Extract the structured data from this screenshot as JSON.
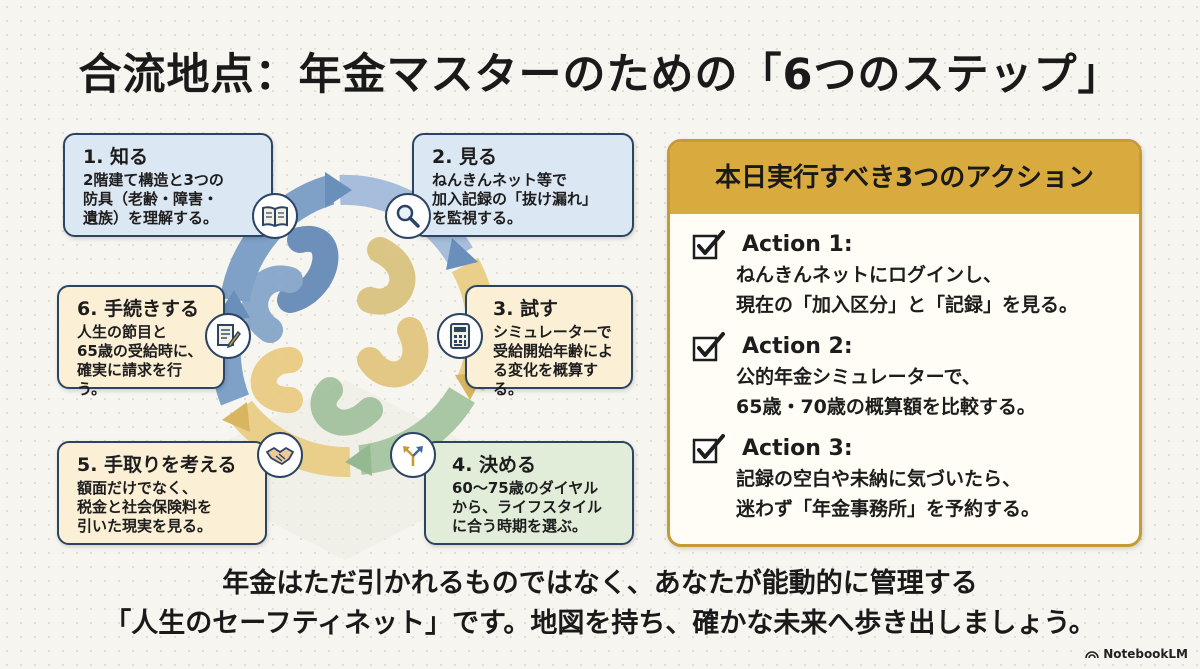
{
  "title": "合流地点：年金マスターのための「6つのステップ」",
  "steps": [
    {
      "title": "1. 知る",
      "desc": "2階建て構造と3つの\n防具（老齢・障害・\n遺族）を理解する。",
      "icon": "book-icon"
    },
    {
      "title": "2. 見る",
      "desc": "ねんきんネット等で\n加入記録の「抜け漏れ」\nを監視する。",
      "icon": "magnifier-icon"
    },
    {
      "title": "3. 試す",
      "desc": "シミュレーターで\n受給開始年齢によ\nる変化を概算する。",
      "icon": "calculator-icon"
    },
    {
      "title": "4. 決める",
      "desc": "60〜75歳のダイヤル\nから、ライフスタイル\nに合う時期を選ぶ。",
      "icon": "split-arrows-icon"
    },
    {
      "title": "5. 手取りを考える",
      "desc": "額面だけでなく、\n税金と社会保険料を\n引いた現実を見る。",
      "icon": "handshake-icon"
    },
    {
      "title": "6. 手続きする",
      "desc": "人生の節目と\n65歳の受給時に、\n確実に請求を行う。",
      "icon": "document-pen-icon"
    }
  ],
  "panel": {
    "header": "本日実行すべき3つのアクション",
    "actions": [
      {
        "title": "Action 1:",
        "text": "ねんきんネットにログインし、\n現在の「加入区分」と「記録」を見る。"
      },
      {
        "title": "Action 2:",
        "text": "公的年金シミュレーターで、\n65歳・70歳の概算額を比較する。"
      },
      {
        "title": "Action 3:",
        "text": "記録の空白や未納に気づいたら、\n迷わず「年金事務所」を予約する。"
      }
    ]
  },
  "closing": "年金はただ引かれるものではなく、あなたが能動的に管理する\n「人生のセーフティネット」です。地図を持ち、確かな未来へ歩き出しましょう。",
  "brand": "NotebookLM",
  "colors": {
    "accent": "#d9ab3f",
    "border": "#2c4463",
    "blue": "#7fa1c8",
    "yellow": "#e9cf8a",
    "green": "#a9c7a4"
  }
}
